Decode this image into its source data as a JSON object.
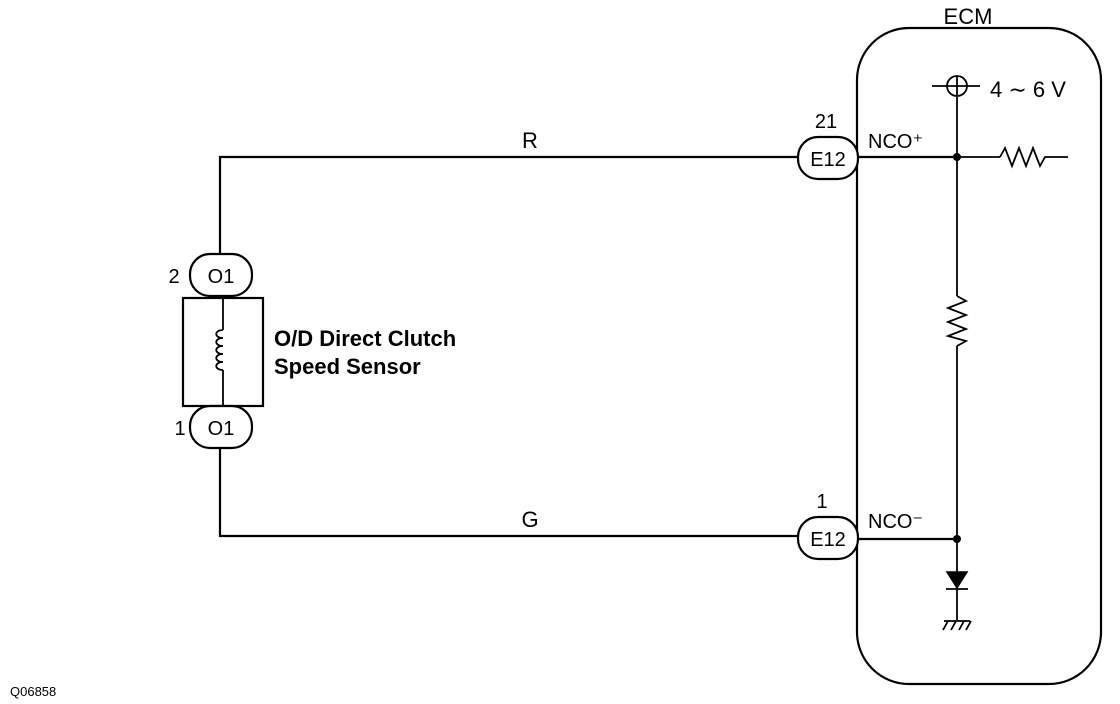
{
  "ecm": {
    "title": "ECM"
  },
  "sensor": {
    "name_line1": "O/D Direct Clutch",
    "name_line2": "Speed Sensor"
  },
  "connectors": {
    "sensor_top": {
      "pin": "2",
      "id": "O1"
    },
    "sensor_bottom": {
      "pin": "1",
      "id": "O1"
    },
    "ecm_top": {
      "pin": "21",
      "id": "E12"
    },
    "ecm_bottom": {
      "pin": "1",
      "id": "E12"
    }
  },
  "wires": {
    "top_color": "R",
    "bottom_color": "G"
  },
  "terminals": {
    "plus": "NCO⁺",
    "minus": "NCO⁻"
  },
  "supply": {
    "voltage": "4 ∼ 6 V"
  },
  "figure_id": "Q06858"
}
